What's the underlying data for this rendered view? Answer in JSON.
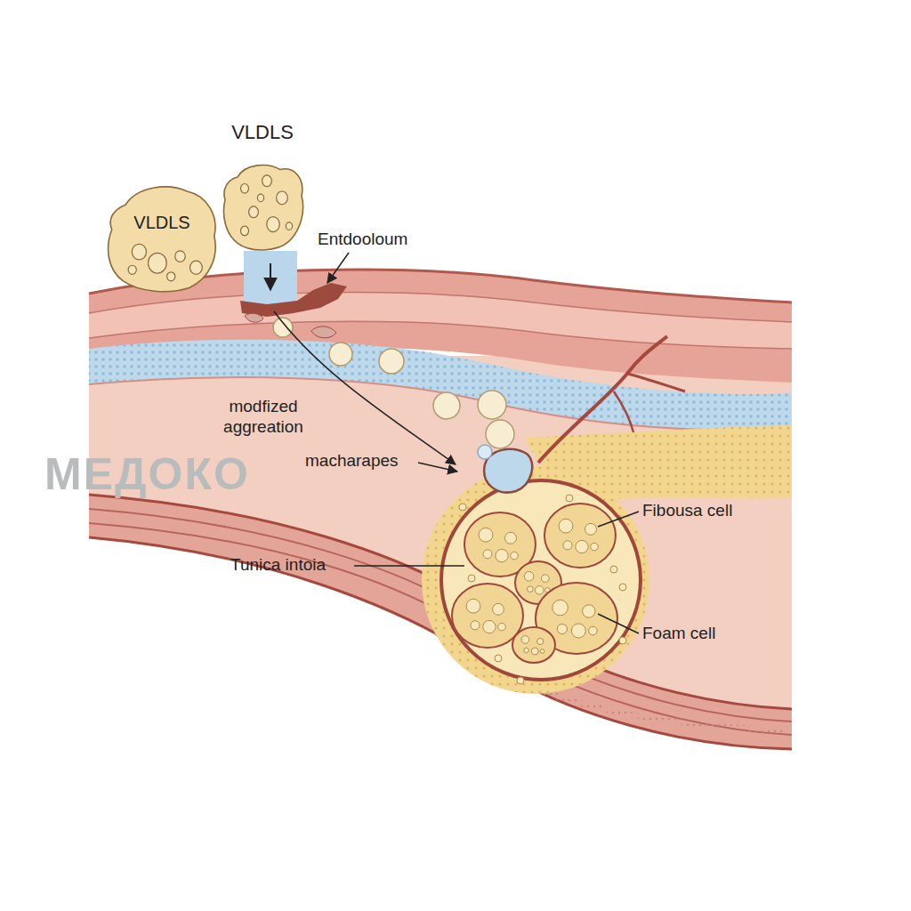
{
  "diagram": {
    "nodes": [
      {
        "text": [
          "VLDLS"
        ]
      },
      {
        "text": [
          "VLDLS"
        ]
      }
    ],
    "labels": [
      "Entdooloum",
      "modfized aggreation",
      "macharapes",
      "Fibousa cell",
      "Tunica intoia",
      "Foam cell",
      "МЕДОКО"
    ]
  }
}
